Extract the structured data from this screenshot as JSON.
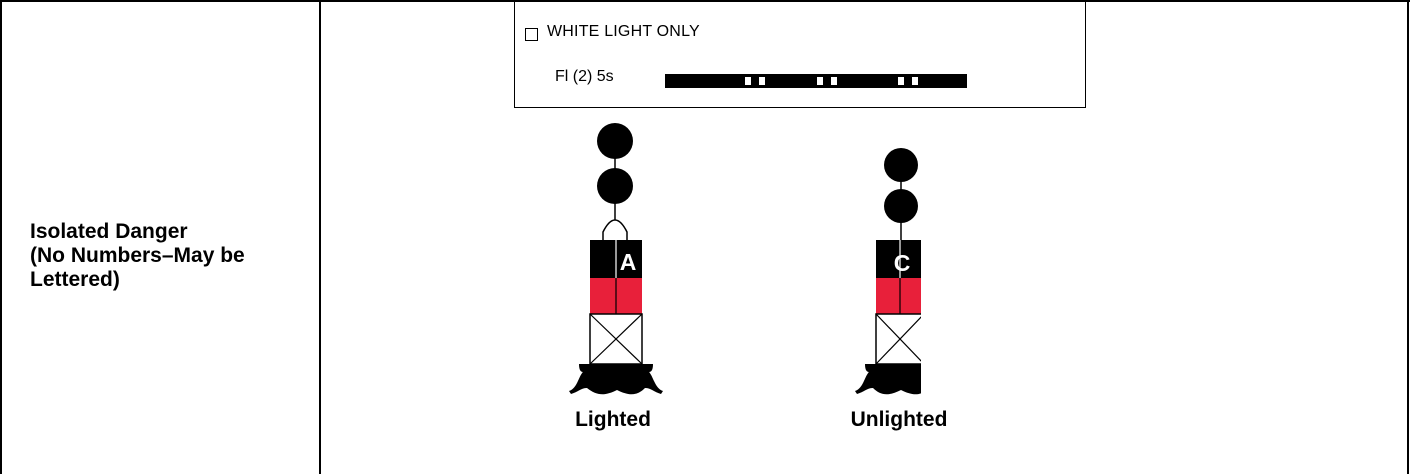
{
  "row": {
    "label_lines": [
      "Isolated Danger",
      "(No Numbers–May be",
      "Lettered)"
    ]
  },
  "legend": {
    "title": "WHITE LIGHT ONLY",
    "light_code": "Fl (2) 5s",
    "checkbox_icon": "empty-square-icon"
  },
  "buoys": [
    {
      "caption": "Lighted",
      "letter": "A"
    },
    {
      "caption": "Unlighted",
      "letter": "C"
    }
  ],
  "colors": {
    "black": "#000000",
    "red": "#e8203a",
    "white": "#ffffff"
  }
}
